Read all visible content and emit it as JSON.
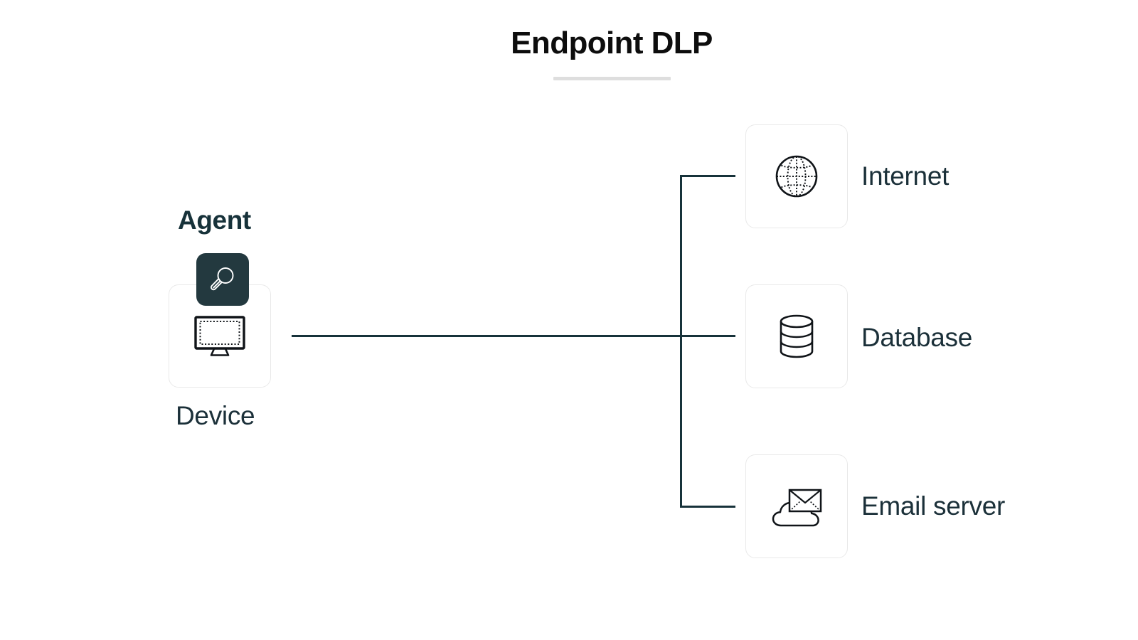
{
  "diagram": {
    "title": "Endpoint DLP",
    "type": "network-architecture",
    "colors": {
      "title": "#0d0d0d",
      "rule": "#dedede",
      "text": "#1b3039",
      "wire": "#17323a",
      "badge_bg": "#23393f",
      "card_border": "#e9e9e9",
      "background": "#ffffff"
    }
  },
  "endpoint": {
    "agent_label": "Agent",
    "agent_icon": "magnifier-icon",
    "device_label": "Device",
    "device_icon": "monitor-icon"
  },
  "destinations": [
    {
      "label": "Internet",
      "icon": "globe-icon"
    },
    {
      "label": "Database",
      "icon": "database-icon"
    },
    {
      "label": "Email server",
      "icon": "email-cloud-icon"
    }
  ],
  "connections": [
    {
      "from": "Device",
      "to": "Internet"
    },
    {
      "from": "Device",
      "to": "Database"
    },
    {
      "from": "Device",
      "to": "Email server"
    }
  ]
}
